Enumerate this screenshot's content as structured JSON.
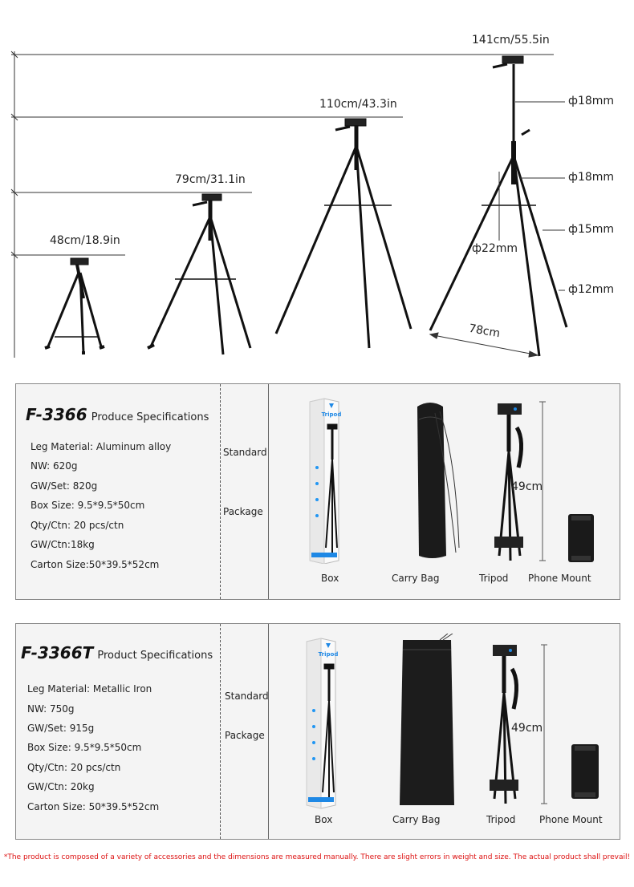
{
  "heights": {
    "h1": "48cm/18.9in",
    "h2": "79cm/31.1in",
    "h3": "110cm/43.3in",
    "h4": "141cm/55.5in"
  },
  "diameters": {
    "d_top": "ф18mm",
    "d_upper": "ф18mm",
    "d_mid": "ф15mm",
    "d_low": "ф12mm",
    "d_center": "ф22mm"
  },
  "spread": "78cm",
  "spec1": {
    "model": "F-3366",
    "subtitle": "Produce Specifications",
    "lines": [
      "Leg Material: Aluminum alloy",
      "NW: 620g",
      "GW/Set: 820g",
      "Box Size: 9.5*9.5*50cm",
      "Qty/Ctn: 20 pcs/ctn",
      "GW/Ctn:18kg",
      "Carton Size:50*39.5*52cm"
    ],
    "standard": "Standard",
    "package": "Package",
    "captions": [
      "Box",
      "Carry Bag",
      "Tripod",
      "Phone Mount"
    ],
    "height_dim": "49cm"
  },
  "spec2": {
    "model": "F-3366T",
    "subtitle": "Product Specifications",
    "lines": [
      "Leg Material: Metallic Iron",
      "NW: 750g",
      "GW/Set: 915g",
      "Box Size: 9.5*9.5*50cm",
      "Qty/Ctn: 20 pcs/ctn",
      "GW/Ctn: 20kg",
      "Carton Size: 50*39.5*52cm"
    ],
    "standard": "Standard",
    "package": "Package",
    "captions": [
      "Box",
      "Carry Bag",
      "Tripod",
      "Phone Mount"
    ],
    "height_dim": "49cm"
  },
  "box_brand": "Tripod",
  "footer": "*The product is composed of a variety of accessories and the dimensions are measured manually. There are slight errors in weight and size. The actual product shall prevail!",
  "colors": {
    "footer_red": "#dd1111",
    "panel_bg": "#f4f4f4",
    "accent_blue": "#1e88e5"
  }
}
